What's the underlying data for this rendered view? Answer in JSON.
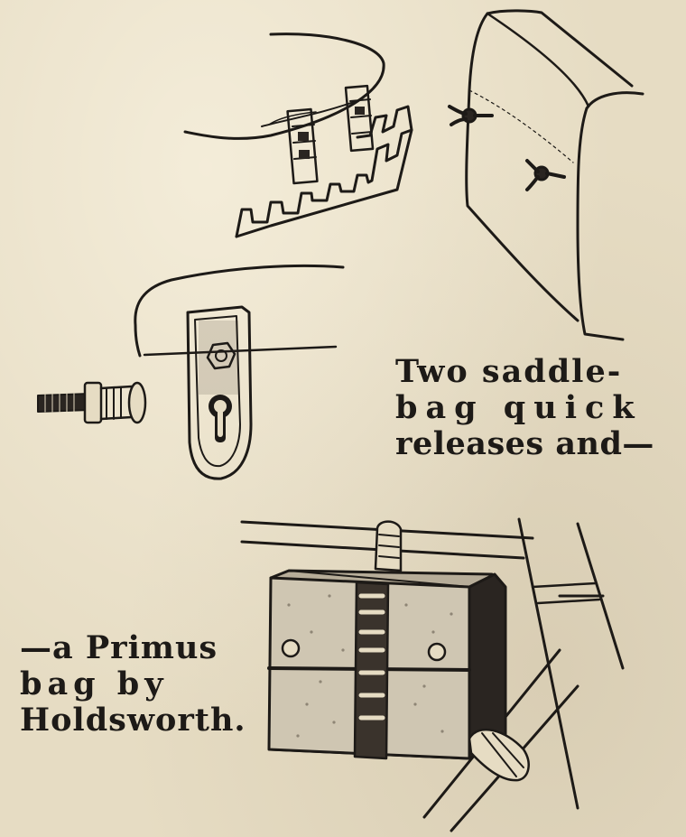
{
  "captions": {
    "quick_release": {
      "line1": "Two saddle-",
      "line2": "bag quick",
      "line3": "releases and—"
    },
    "primus_bag": {
      "line1": "—a Primus",
      "line2": "bag by",
      "line3": "Holdsworth."
    }
  },
  "colors": {
    "paper": "#e6dcc3",
    "ink": "#1d1a17"
  },
  "illustrations": [
    "saddle-clip-illustration",
    "saddlebag-wingnut-illustration",
    "keyhole-plate-illustration",
    "primus-bag-illustration"
  ]
}
